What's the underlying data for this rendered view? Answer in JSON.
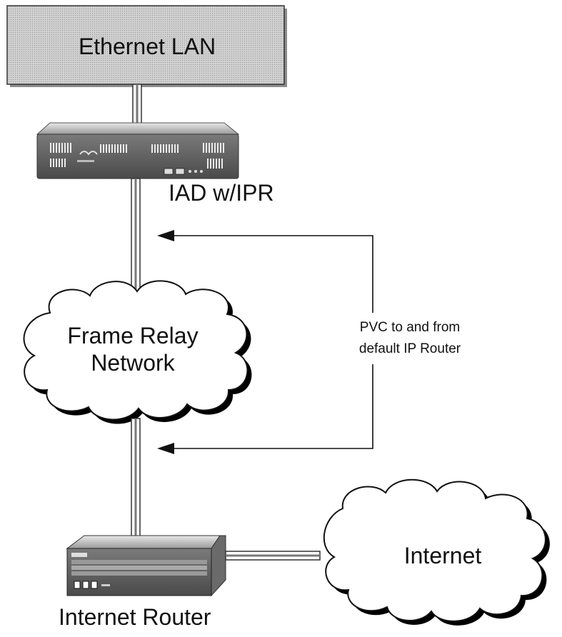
{
  "diagram": {
    "lan_label": "Ethernet LAN",
    "iad_label": "IAD w/IPR",
    "frame_relay_line1": "Frame Relay",
    "frame_relay_line2": "Network",
    "pvc_line1": "PVC to and from",
    "pvc_line2": "default IP Router",
    "internet_label": "Internet",
    "router_label": "Internet Router"
  }
}
